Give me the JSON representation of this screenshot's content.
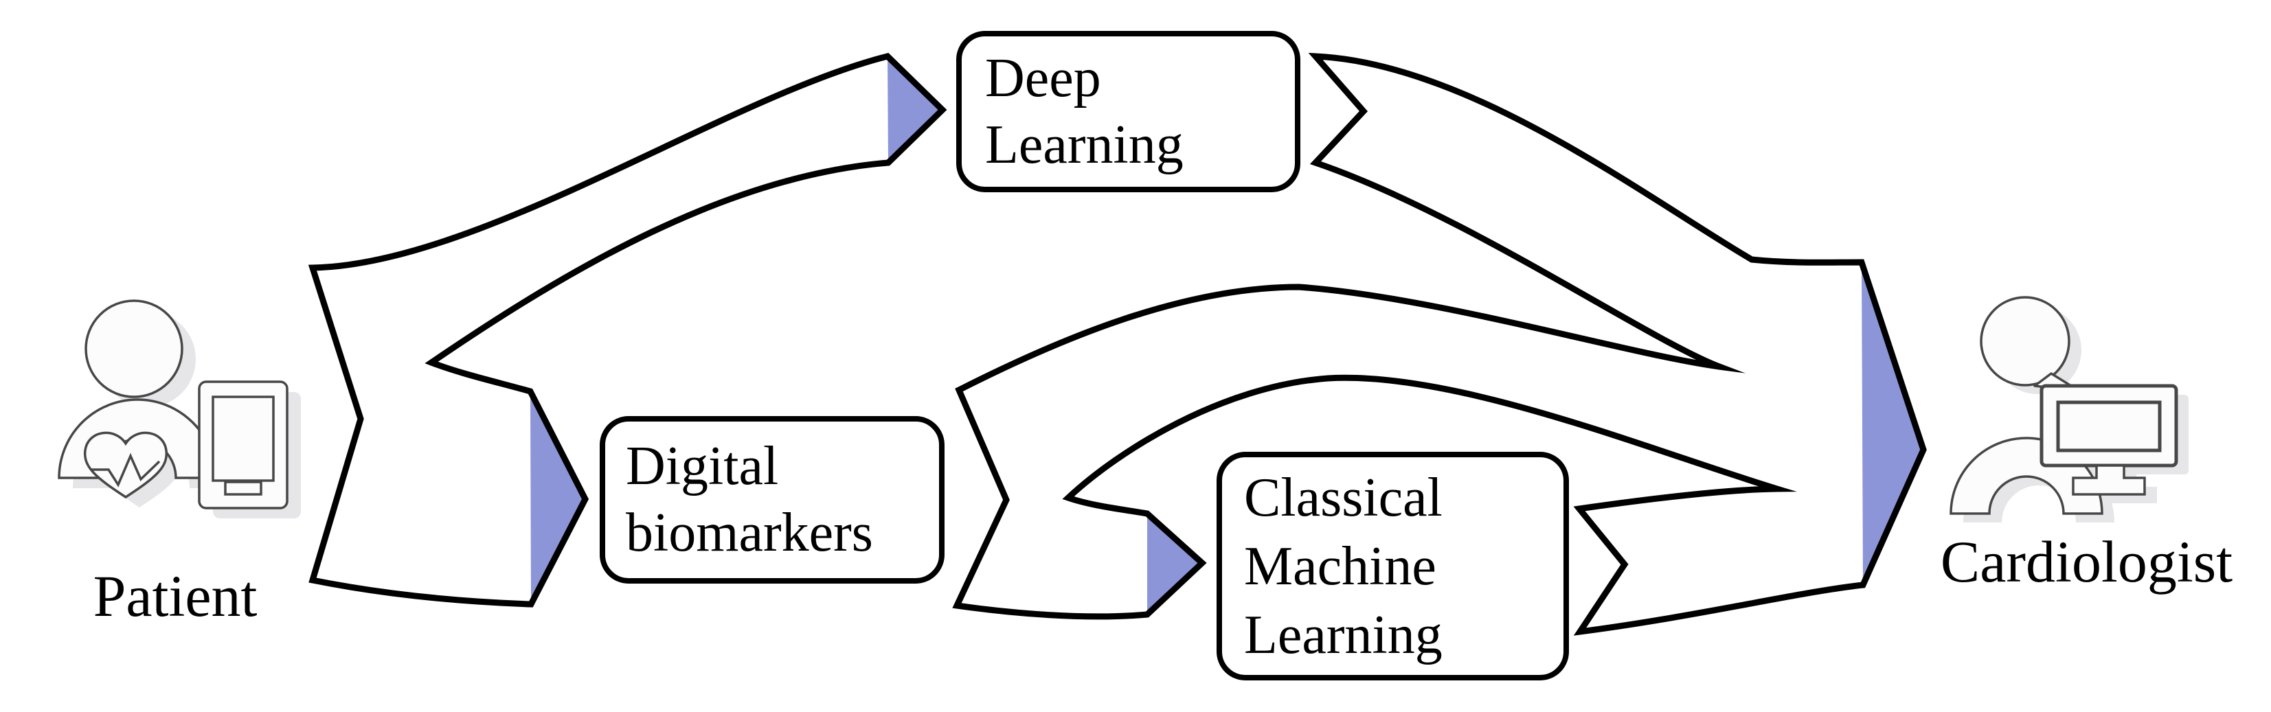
{
  "figure": {
    "type": "flow-diagram",
    "colors": {
      "background": "#ffffff",
      "ribbon_fill": "#ffffff",
      "ribbon_outline": "#000000",
      "arrowhead_fill": "#8c95d8",
      "icon_outline": "#474747",
      "icon_fill": "#fcfcfc",
      "icon_shadow": "#e6e6e9"
    },
    "actors": {
      "patient": {
        "label": "Patient",
        "icon": "patient-with-heart-and-phone-icon",
        "side": "left"
      },
      "cardiologist": {
        "label": "Cardiologist",
        "icon": "cardiologist-with-monitor-icon",
        "side": "right"
      }
    },
    "nodes": {
      "deep_learning": {
        "label": "Deep\nLearning"
      },
      "digital_biomarkers": {
        "label": "Digital\nbiomarkers"
      },
      "classical_ml": {
        "label": "Classical\nMachine\nLearning"
      }
    },
    "edges": [
      {
        "from": "Patient",
        "to": "Deep Learning"
      },
      {
        "from": "Patient",
        "to": "Digital biomarkers"
      },
      {
        "from": "Digital biomarkers",
        "to": "Classical Machine Learning"
      },
      {
        "from": "Digital biomarkers",
        "to": "Cardiologist"
      },
      {
        "from": "Deep Learning",
        "to": "Cardiologist"
      },
      {
        "from": "Classical Machine Learning",
        "to": "Cardiologist"
      }
    ]
  }
}
